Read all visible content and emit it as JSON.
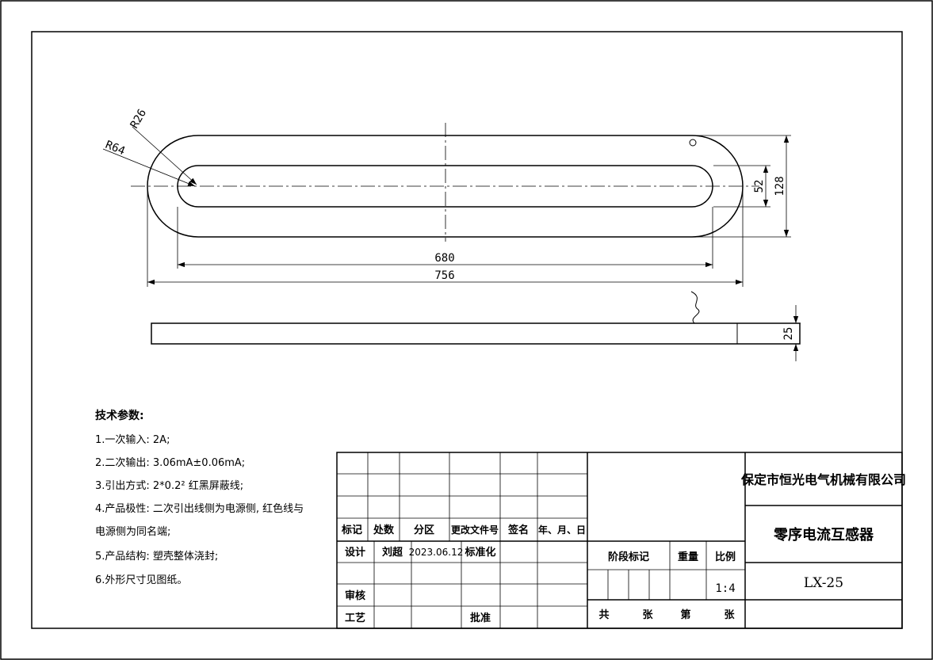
{
  "drawing": {
    "dimensions": {
      "radius_outer": "R64",
      "radius_inner": "R26",
      "length_inner": "680",
      "length_outer": "756",
      "width_inner": "52",
      "width_outer": "128",
      "thickness": "25"
    }
  },
  "tech_specs": {
    "title": "技术参数:",
    "items": [
      "1.一次输入: 2A;",
      "2.二次输出: 3.06mA±0.06mA;",
      "3.引出方式: 2*0.2² 红黑屏蔽线;",
      "4.产品极性: 二次引出线侧为电源侧, 红色线与",
      "电源侧为同名端;",
      "5.产品结构: 塑壳整体浇封;",
      "6.外形尺寸见图纸。"
    ]
  },
  "title_block": {
    "headers": [
      "标记",
      "处数",
      "分区",
      "更改文件号",
      "签名",
      "年、月、日"
    ],
    "design_label": "设计",
    "designer": "刘超",
    "date": "2023.06.12",
    "standardization_label": "标准化",
    "review_label": "审核",
    "process_label": "工艺",
    "approve_label": "批准",
    "stage_mark_label": "阶段标记",
    "weight_label": "重量",
    "scale_label": "比例",
    "scale_value": "1:4",
    "sheets_total_a": "共",
    "sheets_total_b": "张",
    "sheet_no_a": "第",
    "sheet_no_b": "张",
    "company": "保定市恒光电气机械有限公司",
    "product_name": "零序电流互感器",
    "model": "LX-25"
  }
}
